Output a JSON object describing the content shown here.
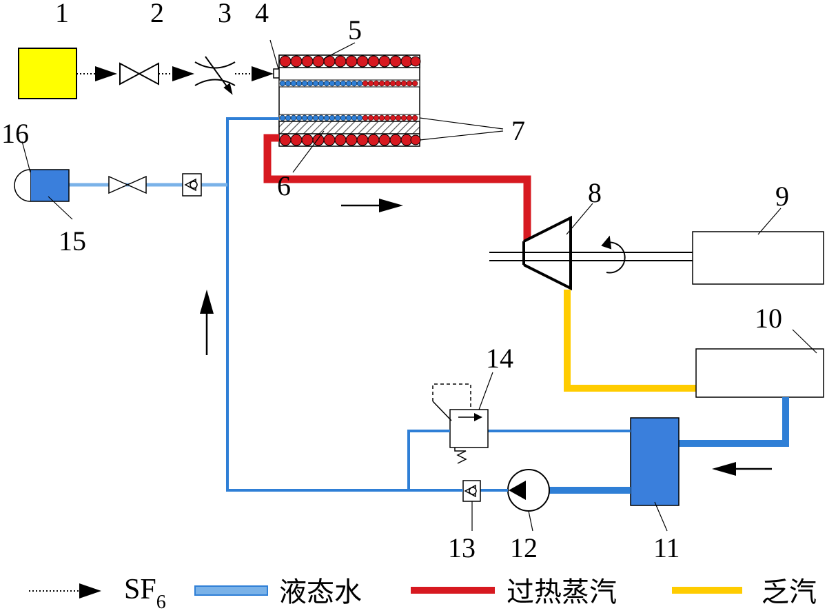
{
  "labels": {
    "n1": "1",
    "n2": "2",
    "n3": "3",
    "n4": "4",
    "n5": "5",
    "n6": "6",
    "n7": "7",
    "n8": "8",
    "n9": "9",
    "n10": "10",
    "n11": "11",
    "n12": "12",
    "n13": "13",
    "n14": "14",
    "n15": "15",
    "n16": "16"
  },
  "legend": {
    "sf6_main": "SF",
    "sf6_sub": "6",
    "liquid_water": "液态水",
    "superheated_steam": "过热蒸汽",
    "exhaust_steam": "乏汽"
  },
  "colors": {
    "liquid_water": "#2f7fd6",
    "liquid_water_light": "#7ab2e8",
    "superheated_steam": "#d71920",
    "exhaust_steam": "#ffcc00",
    "fuel_tank": "#ffff00",
    "component_blue": "#3a7fdc",
    "insulation_hatch": "#888888"
  }
}
